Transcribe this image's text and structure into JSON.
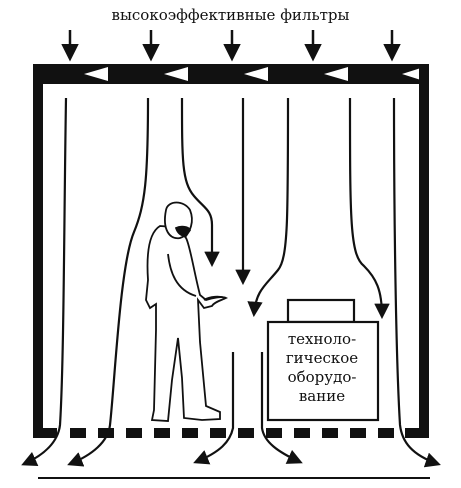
{
  "title": "высокоэффективные фильтры",
  "equipment": {
    "lines": [
      "техноло-",
      "гическое",
      "оборудо-",
      "вание"
    ]
  },
  "colors": {
    "ink": "#111111",
    "background": "#ffffff"
  }
}
